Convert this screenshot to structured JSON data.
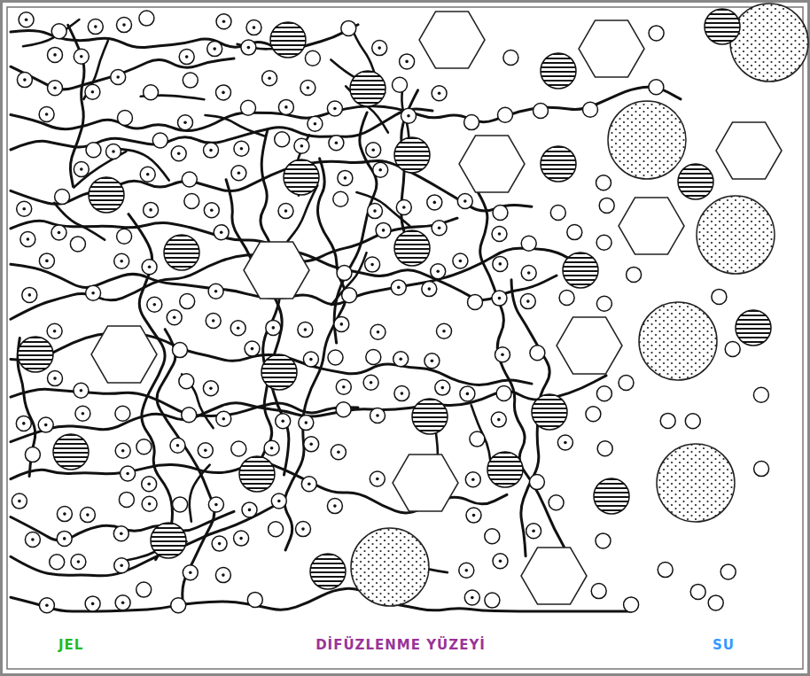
{
  "diagram": {
    "labels": [
      "JEL",
      "DİFÜZLENME YÜZEYİ",
      "SU"
    ]
  }
}
